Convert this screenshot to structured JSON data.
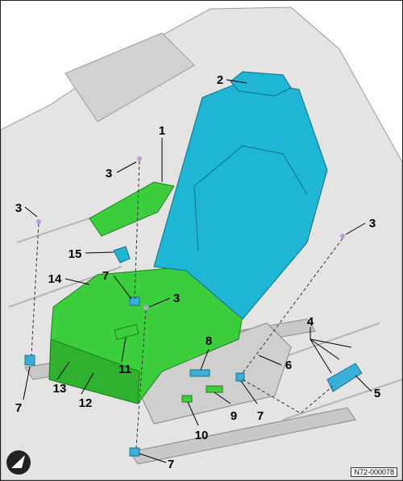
{
  "diagram": {
    "document_ref": "N72-000078",
    "callouts": {
      "c1": "1",
      "c2": "2",
      "c3a": "3",
      "c3b": "3",
      "c3c": "3",
      "c3d": "3",
      "c4": "4",
      "c5": "5",
      "c6": "6",
      "c7a": "7",
      "c7b": "7",
      "c7c": "7",
      "c7d": "7",
      "c8": "8",
      "c9": "9",
      "c10": "10",
      "c11": "11",
      "c12": "12",
      "c13": "13",
      "c14": "14",
      "c15": "15"
    },
    "colors": {
      "floor": "#e4e4e4",
      "floor_edge": "#9a9a9a",
      "seat_back": "#1fb5d4",
      "cushion": "#3dce3d",
      "component": "#3ab0d8"
    }
  }
}
